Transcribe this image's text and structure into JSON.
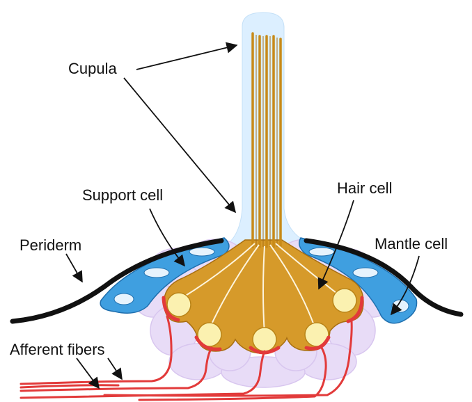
{
  "labels": {
    "cupula": "Cupula",
    "support_cell": "Support cell",
    "hair_cell": "Hair cell",
    "periderm": "Periderm",
    "mantle_cell": "Mantle cell",
    "afferent_fibers": "Afferent fibers"
  },
  "colors": {
    "cupula_fill": "#dcefff",
    "hair_bundle": "#c88a18",
    "hair_cell_body": "#d69a2a",
    "nucleus": "#fbf1b0",
    "support_cell_fill": "#e8dcf7",
    "mantle_cell_fill": "#3f9fe0",
    "periderm_line": "#111111",
    "afferent_fiber": "#e23a3a"
  },
  "icons": {
    "arrow": "black-arrow"
  }
}
